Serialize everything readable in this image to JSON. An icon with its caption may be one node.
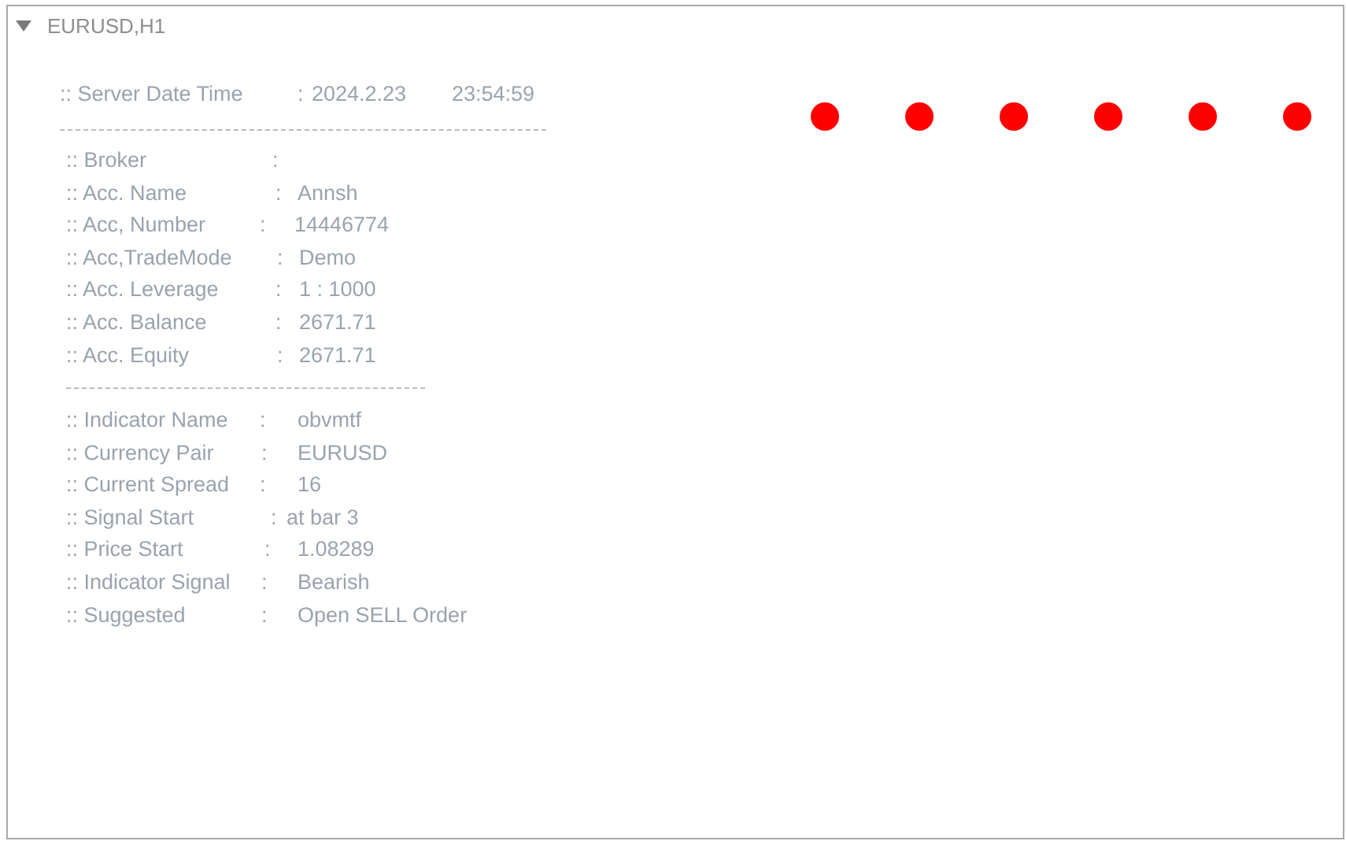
{
  "diagram": {
    "title": "EURUSD,H1",
    "nodes": [
      {
        "text": [],
        "shape": "circle"
      },
      {
        "text": [],
        "shape": "circle"
      },
      {
        "text": [],
        "shape": "circle"
      },
      {
        "text": [],
        "shape": "circle"
      },
      {
        "text": [],
        "shape": "circle"
      },
      {
        "text": [],
        "shape": "circle"
      }
    ],
    "labels": [
      ":: Server Date Time",
      ":",
      "2024.2.23",
      "23:54:59",
      ":: Broker",
      ":",
      ":: Acc. Name",
      ":",
      "Annsh",
      ":: Acc, Number",
      ":",
      "14446774",
      ":: Acc,TradeMode",
      ":",
      "Demo",
      ":: Acc. Leverage",
      ":",
      "1 : 1000",
      ":: Acc. Balance",
      ":",
      "2671.71",
      ":: Acc. Equity",
      ":",
      "2671.71",
      ":: Indicator Name",
      ":",
      "obvmtf",
      ":: Currency Pair",
      ":",
      "EURUSD",
      ":: Current Spread",
      ":",
      "16",
      ":: Signal Start",
      ":",
      "at bar 3",
      ":: Price Start",
      ":",
      "1.08289",
      ":: Indicator Signal",
      ":",
      "Bearish",
      ":: Suggested",
      ":",
      "Open SELL Order"
    ]
  }
}
